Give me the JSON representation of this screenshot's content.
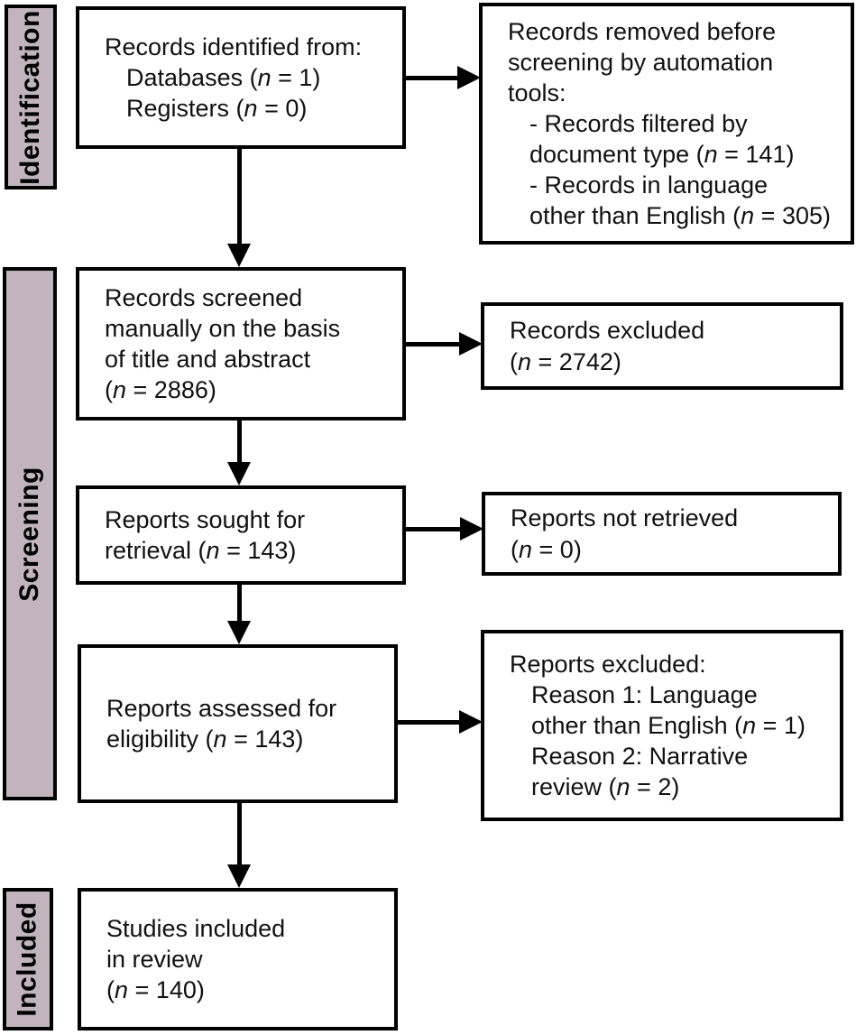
{
  "colors": {
    "stage_fill": "#c2b4bf",
    "line_color": "#000000",
    "box_background": "#ffffff"
  },
  "stages": [
    {
      "label": "Identification"
    },
    {
      "label": "Screening"
    },
    {
      "label": "Included"
    }
  ],
  "boxes": {
    "records_identified": {
      "lines": [
        {
          "text": "Records identified from:",
          "indent": 0
        },
        {
          "text": "Databases (n = 1)",
          "indent": 1
        },
        {
          "text": "Registers (n = 0)",
          "indent": 1
        }
      ]
    },
    "records_removed": {
      "lines": [
        {
          "text": "Records removed before",
          "indent": 0
        },
        {
          "text": "screening by automation",
          "indent": 0
        },
        {
          "text": "tools:",
          "indent": 0
        },
        {
          "text": "- Records filtered by",
          "indent": 1
        },
        {
          "text": "document type (n = 141)",
          "indent": 1
        },
        {
          "text": "- Records in language",
          "indent": 1
        },
        {
          "text": "other than English (n = 305)",
          "indent": 1
        }
      ]
    },
    "records_screened": {
      "lines": [
        {
          "text": "Records screened",
          "indent": 0
        },
        {
          "text": "manually on the basis",
          "indent": 0
        },
        {
          "text": "of title and abstract",
          "indent": 0
        },
        {
          "text": "(n = 2886)",
          "indent": 0
        }
      ]
    },
    "records_excluded": {
      "lines": [
        {
          "text": "Records excluded",
          "indent": 0
        },
        {
          "text": "(n = 2742)",
          "indent": 0
        }
      ]
    },
    "reports_sought": {
      "lines": [
        {
          "text": "Reports sought for",
          "indent": 0
        },
        {
          "text": "retrieval (n = 143)",
          "indent": 0
        }
      ]
    },
    "reports_not_retrieved": {
      "lines": [
        {
          "text": "Reports not retrieved",
          "indent": 0
        },
        {
          "text": "(n = 0)",
          "indent": 0
        }
      ]
    },
    "reports_assessed": {
      "lines": [
        {
          "text": "Reports assessed for",
          "indent": 0
        },
        {
          "text": "eligibility (n = 143)",
          "indent": 0
        }
      ]
    },
    "reports_excluded": {
      "lines": [
        {
          "text": "Reports excluded:",
          "indent": 0
        },
        {
          "text": "Reason 1: Language",
          "indent": 1
        },
        {
          "text": "other than English (n = 1)",
          "indent": 1
        },
        {
          "text": "Reason 2: Narrative",
          "indent": 1
        },
        {
          "text": "review (n = 2)",
          "indent": 1
        }
      ]
    },
    "studies_included": {
      "lines": [
        {
          "text": "Studies included",
          "indent": 0
        },
        {
          "text": "in review",
          "indent": 0
        },
        {
          "text": "(n = 140)",
          "indent": 0
        }
      ]
    }
  }
}
